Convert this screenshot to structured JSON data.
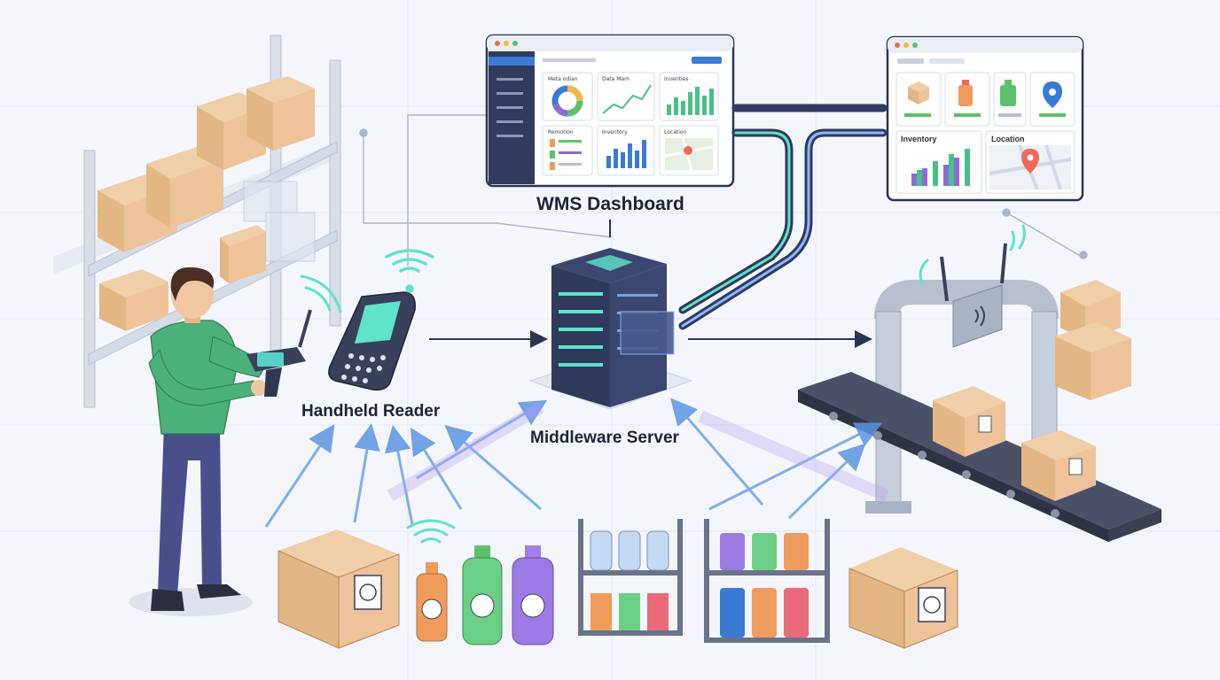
{
  "labels": {
    "wms_dashboard": "WMS Dashboard",
    "middleware_server": "Middleware Server",
    "handheld_reader": "Handheld Reader"
  },
  "dashboard_left": {
    "cards": [
      "Meta odian",
      "Data Mam",
      "Inventies",
      "Remotion",
      "Inventory",
      "Location"
    ]
  },
  "dashboard_right": {
    "cards": [
      "Inventory",
      "Location"
    ]
  },
  "colors": {
    "accent_blue": "#3a7bd5",
    "glow_teal": "#5fe3c9",
    "box_tan": "#e9b27c",
    "shirt_green": "#4cb07a",
    "server_navy": "#2f3a5c"
  }
}
